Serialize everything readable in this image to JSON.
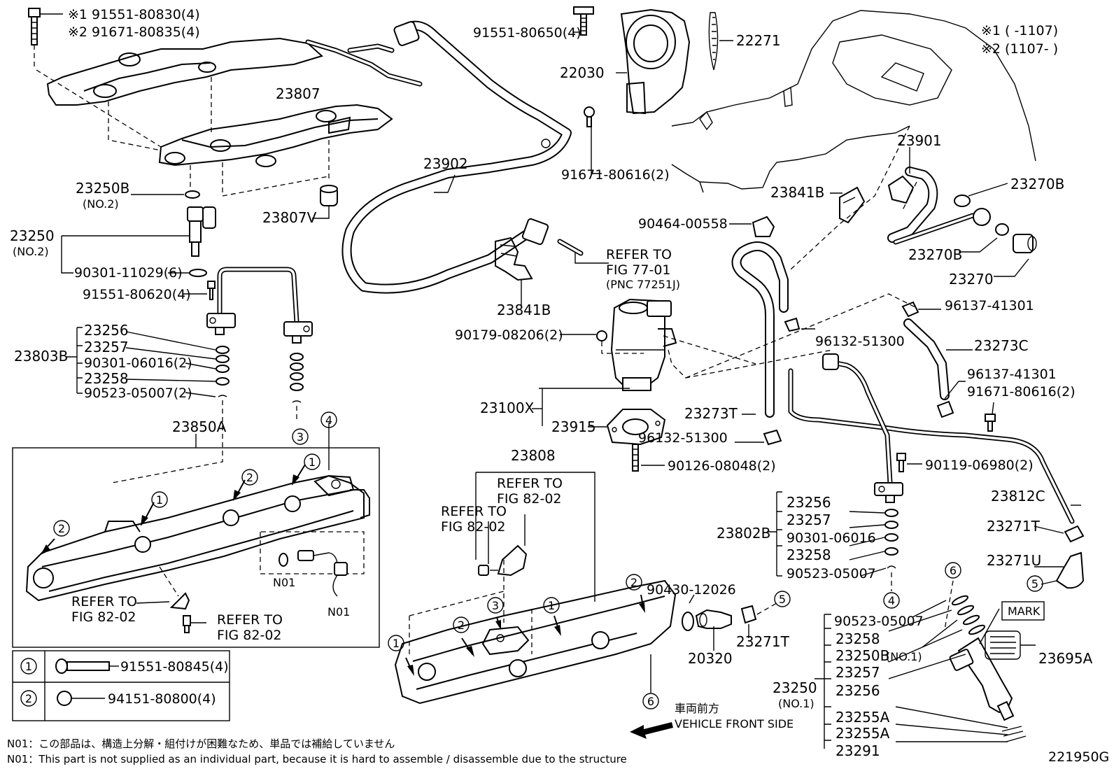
{
  "figure_code": "221950G",
  "remarks": {
    "r1": "※1 (        -1107)",
    "r2": "※2 (1107-        )"
  },
  "labels": {
    "l_91551_80830": "※1 91551-80830(4)",
    "l_91671_80835": "※2 91671-80835(4)",
    "l_23807": "23807",
    "l_23807V": "23807V",
    "l_23250B_no2": "23250B",
    "l_no2_a": "(NO.2)",
    "l_23250_no2": "23250",
    "l_no2_b": "(NO.2)",
    "l_90301_11029": "90301-11029(6)",
    "l_91551_80620": "91551-80620(4)",
    "l_23803B": "23803B",
    "l_23256_a": "23256",
    "l_23257_a": "23257",
    "l_90301_06016_a": "90301-06016(2)",
    "l_23258_a": "23258",
    "l_90523_05007_a": "90523-05007(2)",
    "l_23850A": "23850A",
    "l_91551_80650": "91551-80650(4)",
    "l_22030": "22030",
    "l_22271": "22271",
    "l_23902": "23902",
    "l_91671_80616_a": "91671-80616(2)",
    "l_23841B_a": "23841B",
    "l_refer_77": "REFER TO",
    "l_fig_77": "FIG 77-01",
    "l_pnc": "(PNC 77251J)",
    "l_90179": "90179-08206(2)",
    "l_23100X": "23100X",
    "l_23915": "23915",
    "l_96132_a": "96132-51300",
    "l_90126": "90126-08048(2)",
    "l_90464": "90464-00558",
    "l_96132_b": "96132-51300",
    "l_23273T": "23273T",
    "l_23841B_b": "23841B",
    "l_23901": "23901",
    "l_23270B_a": "23270B",
    "l_23270B_b": "23270B",
    "l_23270": "23270",
    "l_96137_a": "96137-41301",
    "l_23273C": "23273C",
    "l_96137_b": "96137-41301",
    "l_91671_80616_b": "91671-80616(2)",
    "l_90119": "90119-06980(2)",
    "l_23812C": "23812C",
    "l_23271T_a": "23271T",
    "l_23271U": "23271U",
    "l_23802B": "23802B",
    "l_23256_b": "23256",
    "l_23257_b": "23257",
    "l_90301_06016_b": "90301-06016",
    "l_23258_b": "23258",
    "l_90523_05007_b": "90523-05007",
    "l_23808": "23808",
    "l_refer_82_a1": "REFER TO",
    "l_fig_82_a1": "FIG 82-02",
    "l_refer_82_a2": "REFER TO",
    "l_fig_82_a2": "FIG 82-02",
    "l_refer_82_b1": "REFER TO",
    "l_fig_82_b1": "FIG 82-02",
    "l_refer_82_b2": "REFER TO",
    "l_fig_82_b2": "FIG 82-02",
    "l_n01_a": "N01",
    "l_n01_b": "N01",
    "l_90430": "90430-12026",
    "l_20320": "20320",
    "l_23271T_b": "23271T",
    "l_90523_05007_c": "90523-05007",
    "l_23258_c": "23258",
    "l_23250B_no1": "23250B",
    "l_no1_a": "(NO.1)",
    "l_23257_c": "23257",
    "l_23256_c": "23256",
    "l_23250_no1": "23250",
    "l_no1_b": "(NO.1)",
    "l_23255A_a": "23255A",
    "l_23255A_b": "23255A",
    "l_23291": "23291",
    "l_mark": "MARK",
    "l_23695A": "23695A",
    "l_front_jp": "車両前方",
    "l_front_en": "VEHICLE FRONT SIDE"
  },
  "callouts": {
    "c1": "1",
    "c2": "2",
    "c3": "3",
    "c4": "4",
    "c5": "5",
    "c6": "6"
  },
  "legend_table": {
    "row1_num": "1",
    "row1_part": "91551-80845(4)",
    "row2_num": "2",
    "row2_part": "94151-80800(4)"
  },
  "notes": {
    "n01_jp": "N01：この部品は、構造上分解・組付けが困難なため、単品では補給していません",
    "n01_en": "N01：This part is not supplied as an individual part, because it is hard to assemble / disassemble due to the structure"
  }
}
